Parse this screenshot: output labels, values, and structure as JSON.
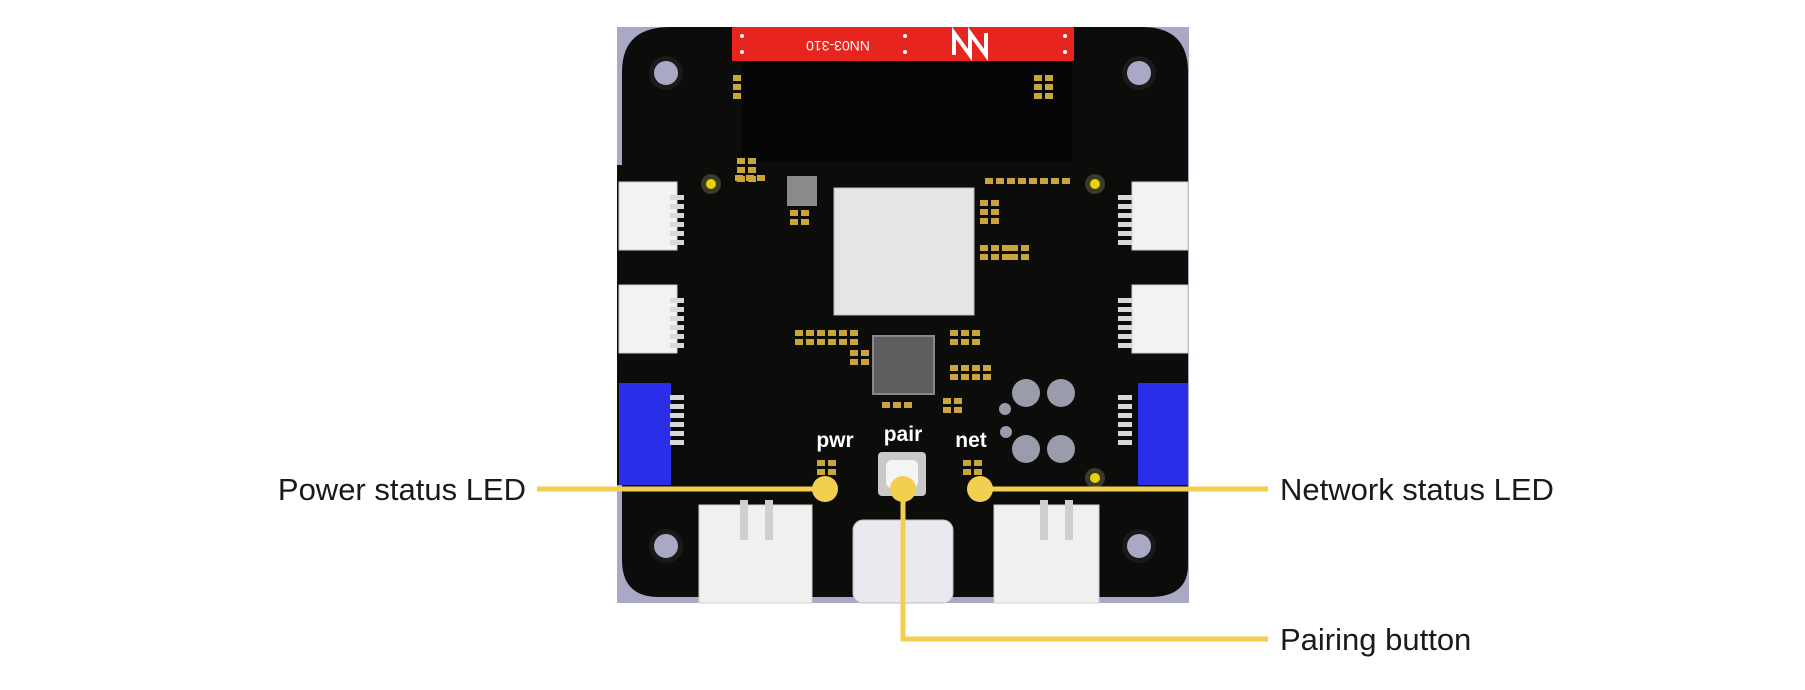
{
  "board": {
    "part_number": "NN03-310",
    "silkscreen": {
      "pwr": "pwr",
      "pair": "pair",
      "net": "net"
    },
    "colors": {
      "pcb": "#0c0c0a",
      "frame": "#a9a9c6",
      "header": "#e8241e",
      "blue_connector": "#2a2ee8",
      "rf_shield": "#e6e6e6",
      "mcu": "#5e5e60",
      "pad": "#c9a53b",
      "callout": "#f2cf50"
    }
  },
  "callouts": {
    "power": "Power status LED",
    "network": "Network status LED",
    "pairing": "Pairing button"
  }
}
